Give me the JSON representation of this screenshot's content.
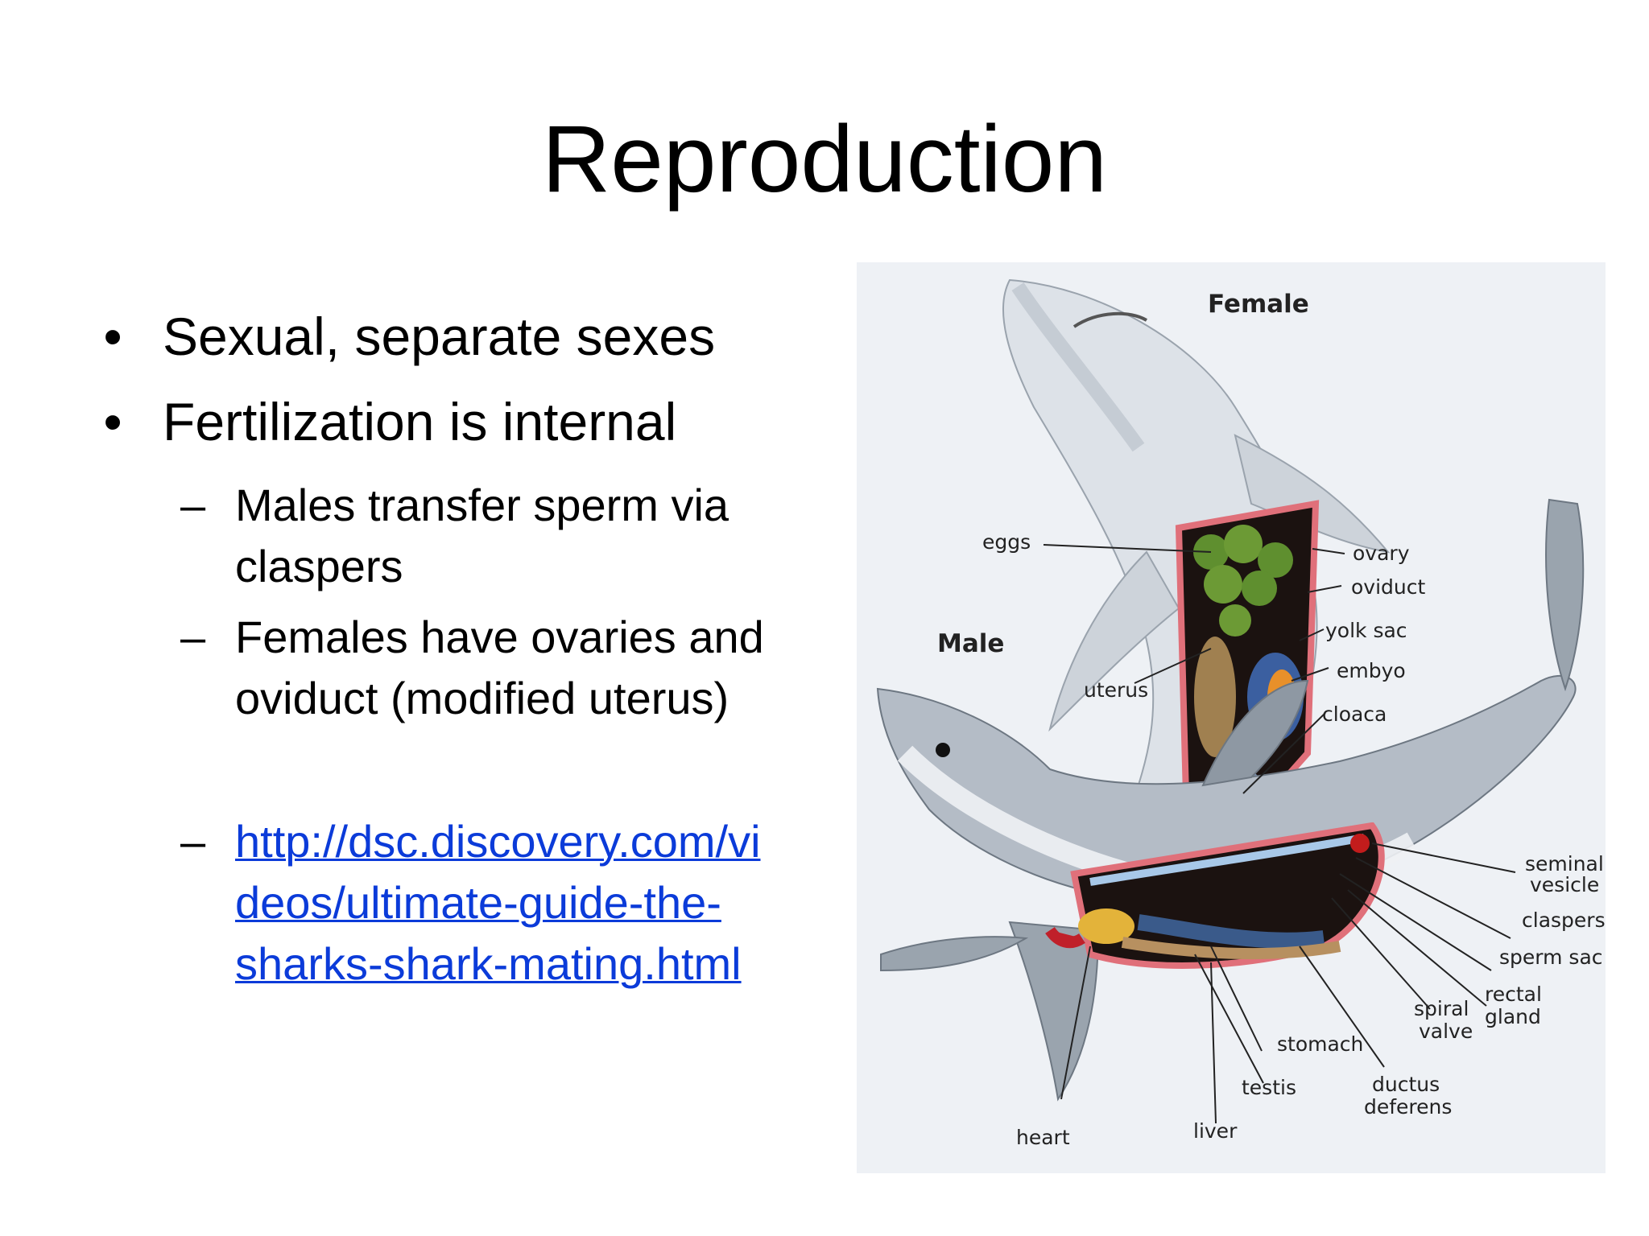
{
  "slide": {
    "title": "Reproduction",
    "bullets": [
      "Sexual, separate sexes",
      "Fertilization is internal"
    ],
    "sub_bullets": [
      "Males transfer sperm via claspers",
      "Females have ovaries and oviduct (modified uterus)"
    ],
    "link": {
      "line1": "http://dsc.discovery.com/vi",
      "line2": "deos/ultimate-guide-the-",
      "line3": "sharks-shark-mating.html"
    },
    "bullet_char": "•",
    "dash_char": "–"
  },
  "figure": {
    "labels": {
      "female": "Female",
      "male": "Male",
      "eggs": "eggs",
      "ovary": "ovary",
      "oviduct": "oviduct",
      "yolk_sac": "yolk sac",
      "embyo": "embyo",
      "uterus": "uterus",
      "cloaca": "cloaca",
      "seminal": "seminal",
      "vesicle": "vesicle",
      "claspers": "claspers",
      "sperm_sac": "sperm sac",
      "rectal": "rectal",
      "gland": "gland",
      "spiral": "spiral",
      "valve": "valve",
      "stomach": "stomach",
      "testis": "testis",
      "ductus": "ductus",
      "deferens": "deferens",
      "heart": "heart",
      "liver": "liver"
    }
  }
}
